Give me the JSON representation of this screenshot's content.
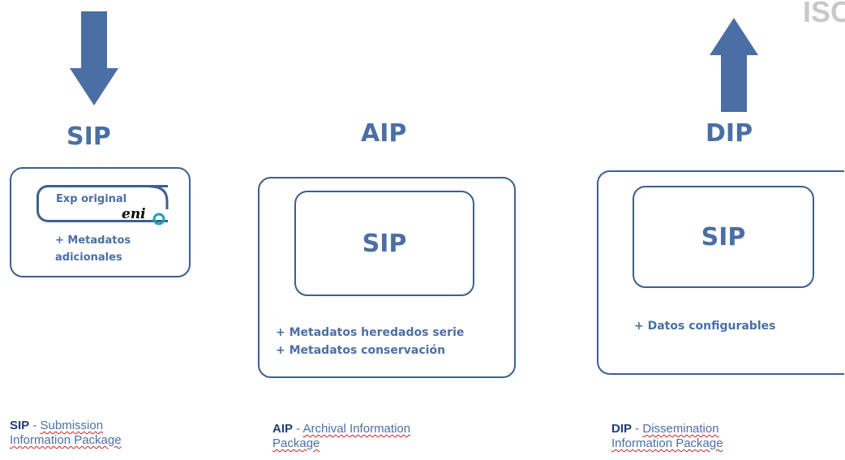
{
  "header": {
    "corner_text": "ISO"
  },
  "colors": {
    "accent": "#4a6fa5",
    "border": "#3d5f8f",
    "arrow": "#4a6fa5",
    "spell": "#d02020"
  },
  "sip": {
    "title": "SIP",
    "arrow": "arrow-down-icon",
    "inner_label": "Exp original",
    "logo_text": "eni",
    "extra_lines": [
      "+ Metadatos",
      "adicionales"
    ]
  },
  "aip": {
    "title": "AIP",
    "inner_label": "SIP",
    "extra_lines": [
      "+ Metadatos heredados serie",
      "+ Metadatos conservación"
    ]
  },
  "dip": {
    "title": "DIP",
    "arrow": "arrow-up-icon",
    "inner_label": "SIP",
    "extra_lines": [
      "+ Datos configurables"
    ]
  },
  "captions": [
    {
      "abbr": "SIP",
      "sep": " - ",
      "text1": "Submission",
      "text2": "Information Package"
    },
    {
      "abbr": "AIP",
      "sep": " - ",
      "text1": "Archival Information",
      "text2": "Package"
    },
    {
      "abbr": "DIP",
      "sep": " - ",
      "text1": "Dissemination",
      "text2": "Information Package"
    }
  ]
}
